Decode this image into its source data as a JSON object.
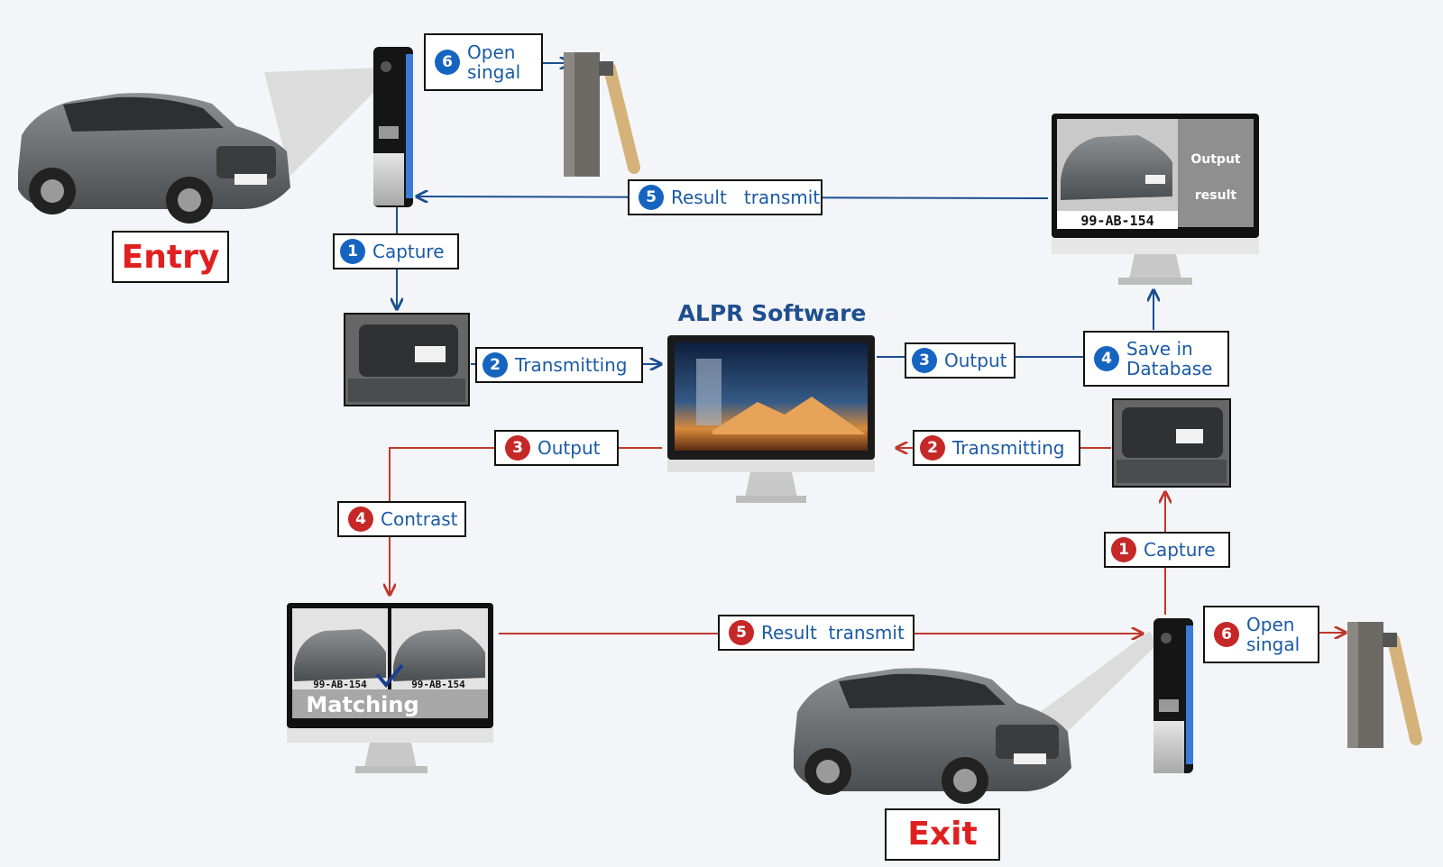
{
  "entry_label": "Entry",
  "exit_label": "Exit",
  "software_title": "ALPR Software",
  "colors": {
    "blue_flow": "#1a4f8f",
    "red_flow": "#c0392b",
    "label_text": "#1a5aa6",
    "tag_text": "#e02020"
  },
  "entry_flow": {
    "step1": {
      "num": "1",
      "text": "Capture"
    },
    "step2": {
      "num": "2",
      "text": "Transmitting"
    },
    "step3": {
      "num": "3",
      "text": "Output"
    },
    "step4": {
      "num": "4",
      "line1": "Save in",
      "line2": "Database"
    },
    "step5": {
      "num": "5",
      "text": "Result   transmit"
    },
    "step6": {
      "num": "6",
      "line1": "Open",
      "line2": "singal"
    }
  },
  "exit_flow": {
    "step1": {
      "num": "1",
      "text": "Capture"
    },
    "step2": {
      "num": "2",
      "text": "Transmitting"
    },
    "step3": {
      "num": "3",
      "text": "Output"
    },
    "step4": {
      "num": "4",
      "text": "Contrast"
    },
    "step5": {
      "num": "5",
      "text": "Result  transmit"
    },
    "step6": {
      "num": "6",
      "line1": "Open",
      "line2": "singal"
    }
  },
  "output_monitor": {
    "plate": "99-AB-154",
    "line1": "Output",
    "line2": "result"
  },
  "matching_monitor": {
    "plate_left": "99-AB-154",
    "plate_right": "99-AB-154",
    "caption": "Matching"
  },
  "icons": [
    "car-icon",
    "camera-pillar-icon",
    "barrier-gate-icon",
    "monitor-icon",
    "checkmark-icon"
  ]
}
